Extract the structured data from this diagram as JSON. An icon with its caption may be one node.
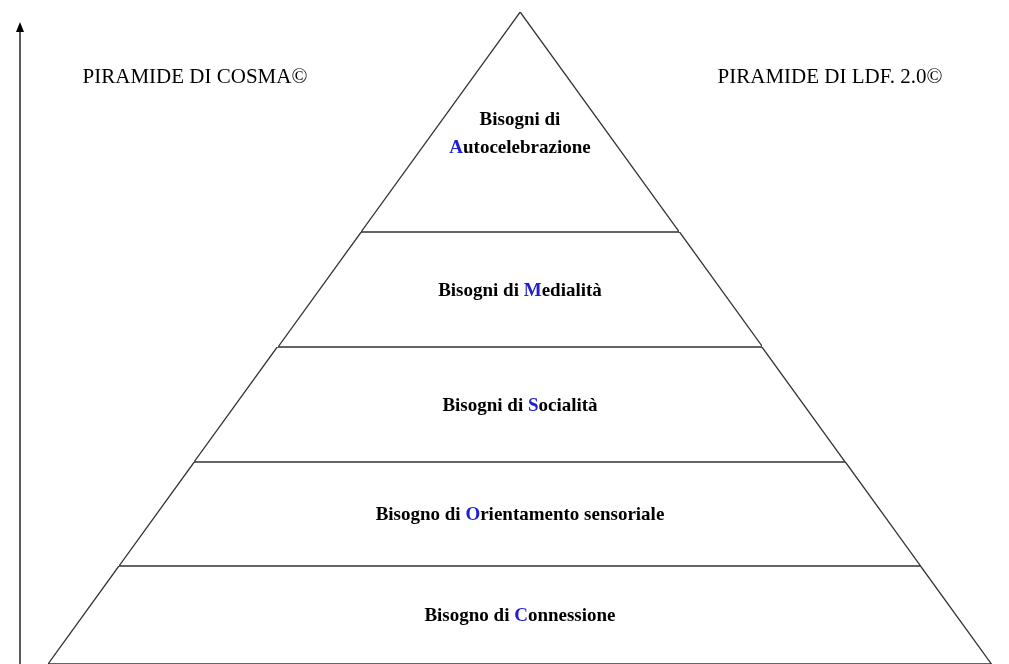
{
  "diagram": {
    "nodes": [
      {
        "text": [
          "Bisogni di **A**utocelebrazione"
        ]
      },
      {
        "text": [
          "Bisogni di **M**edialità"
        ]
      },
      {
        "text": [
          "Bisogni di **S**ocialità"
        ]
      },
      {
        "text": [
          "Bisogno di **O**rientamento sensoriale"
        ]
      },
      {
        "text": [
          "Bisogno di **C**onnessione"
        ]
      }
    ],
    "labels": [
      "PIRAMIDE DI COSMA©",
      "PIRAMIDE DI LDF. 2.0©"
    ]
  }
}
